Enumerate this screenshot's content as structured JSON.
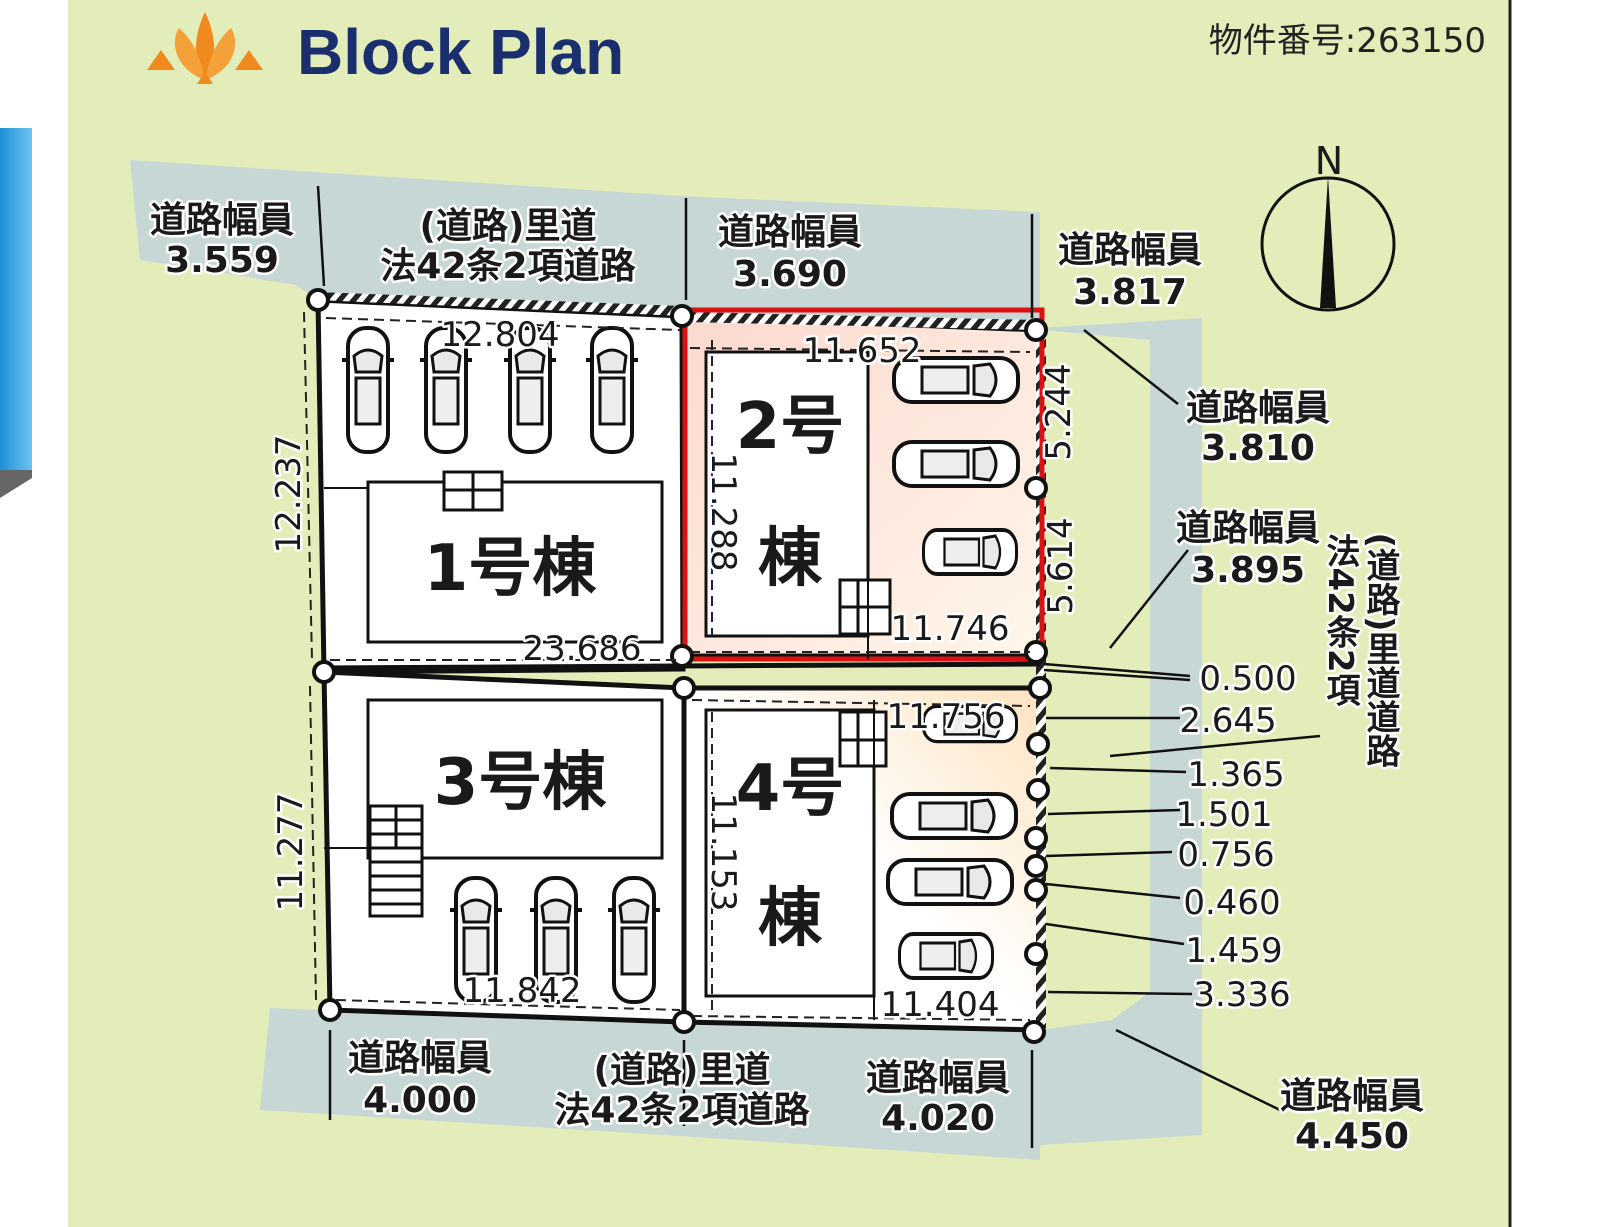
{
  "header": {
    "title": "Block Plan",
    "property_number": "物件番号:263150"
  },
  "compass": {
    "label": "N"
  },
  "houses": {
    "h1": "1号棟",
    "h2": "2号",
    "h2b": "棟",
    "h3": "3号棟",
    "h4": "4号",
    "h4b": "棟"
  },
  "roads": {
    "top_left": {
      "label": "道路幅員",
      "value": "3.559"
    },
    "top_center": {
      "line1": "(道路)里道",
      "line2": "法42条2項道路"
    },
    "top_right": {
      "label": "道路幅員",
      "value": "3.690"
    },
    "ne": {
      "label": "道路幅員",
      "value": "3.817"
    },
    "east1": {
      "label": "道路幅員",
      "value": "3.810"
    },
    "east2": {
      "label": "道路幅員",
      "value": "3.895"
    },
    "side_vertical": {
      "col1": "法42条2項",
      "col2": "(道路)里道道路"
    },
    "bottom_left": {
      "label": "道路幅員",
      "value": "4.000"
    },
    "bottom_center": {
      "line1": "(道路)里道",
      "line2": "法42条2項道路"
    },
    "bottom_right": {
      "label": "道路幅員",
      "value": "4.020"
    },
    "se": {
      "label": "道路幅員",
      "value": "4.450"
    }
  },
  "dimensions": {
    "d12804": "12.804",
    "d11652": "11.652",
    "d5244": "5.244",
    "d12237": "12.237",
    "d11288": "11.288",
    "d5614": "5.614",
    "d11746": "11.746",
    "d23686": "23.686",
    "d11756": "11.756",
    "d11277": "11.277",
    "d11153": "11.153",
    "d11842": "11.842",
    "d11404": "11.404"
  },
  "east_offsets": [
    "0.500",
    "2.645",
    "1.365",
    "1.501",
    "0.756",
    "0.460",
    "1.459",
    "3.336"
  ],
  "colors": {
    "background": "#e3edb9",
    "road": "#c7d7d6",
    "lot": "#ffffff",
    "highlight": "#dd1111",
    "title": "#1b2f6e",
    "logo": "#f08a1e",
    "side_tab": "#3ea6e5"
  }
}
